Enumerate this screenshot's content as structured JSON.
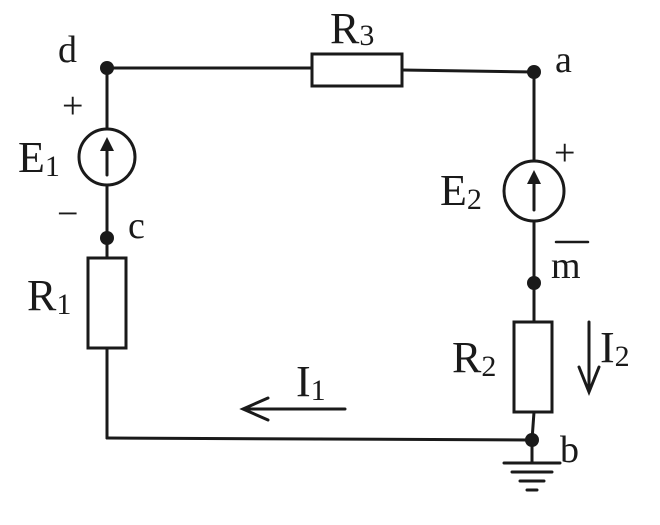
{
  "nodes": {
    "d": "d",
    "a": "a",
    "c": "c",
    "m": "m",
    "b": "b"
  },
  "resistors": {
    "r1": {
      "letter": "R",
      "index": "1"
    },
    "r2": {
      "letter": "R",
      "index": "2"
    },
    "r3": {
      "letter": "R",
      "index": "3"
    }
  },
  "sources": {
    "e1": {
      "letter": "E",
      "index": "1",
      "plus": "+",
      "minus": "−"
    },
    "e2": {
      "letter": "E",
      "index": "2",
      "plus": "+",
      "minus": "−"
    }
  },
  "currents": {
    "i1": {
      "letter": "I",
      "index": "1"
    },
    "i2": {
      "letter": "I",
      "index": "2"
    }
  },
  "colors": {
    "ink": "#1a1a1a",
    "background": "#ffffff"
  }
}
